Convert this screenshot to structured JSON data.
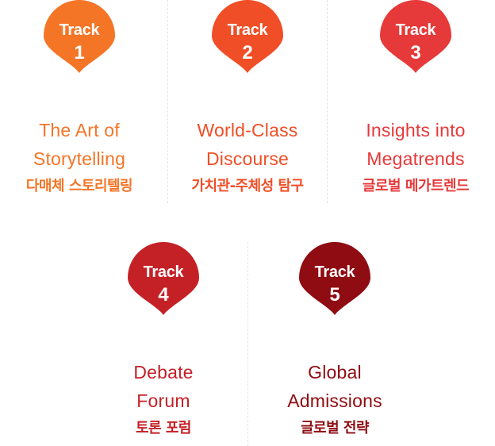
{
  "tracks": [
    {
      "label": "Track",
      "number": "1",
      "title_line1": "The Art of",
      "title_line2": "Storytelling",
      "subtitle": "다매체 스토리텔링",
      "color": "#f47526"
    },
    {
      "label": "Track",
      "number": "2",
      "title_line1": "World-Class",
      "title_line2": "Discourse",
      "subtitle": "가치관-주체성 탐구",
      "color": "#f04e26"
    },
    {
      "label": "Track",
      "number": "3",
      "title_line1": "Insights into",
      "title_line2": "Megatrends",
      "subtitle": "글로벌 메가트렌드",
      "color": "#e6393a"
    },
    {
      "label": "Track",
      "number": "4",
      "title_line1": "Debate",
      "title_line2": "Forum",
      "subtitle": "토론 포럼",
      "color": "#c42127"
    },
    {
      "label": "Track",
      "number": "5",
      "title_line1": "Global",
      "title_line2": "Admissions",
      "subtitle": "글로벌 전략",
      "color": "#8f0c12"
    }
  ]
}
